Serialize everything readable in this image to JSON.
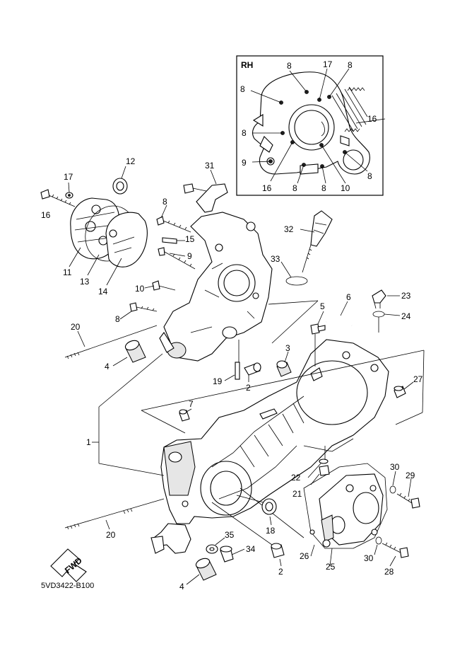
{
  "inset": {
    "label": "RH"
  },
  "code": "5VD3422-B100",
  "fwd": "FWD",
  "callouts": {
    "c1": "1",
    "c2a": "2",
    "c2b": "2",
    "c3": "3",
    "c4a": "4",
    "c4b": "4",
    "c5": "5",
    "c6": "6",
    "c7": "7",
    "c8a": "8",
    "c8b": "8",
    "c9": "9",
    "c10": "10",
    "c11": "11",
    "c12": "12",
    "c13": "13",
    "c14": "14",
    "c15": "15",
    "c16": "16",
    "c17": "17",
    "c18": "18",
    "c19": "19",
    "c20a": "20",
    "c20b": "20",
    "c21": "21",
    "c22": "22",
    "c23": "23",
    "c24": "24",
    "c25": "25",
    "c26": "26",
    "c27": "27",
    "c28": "28",
    "c29": "29",
    "c30a": "30",
    "c30b": "30",
    "c31": "31",
    "c32": "32",
    "c33": "33",
    "c34": "34",
    "c35": "35",
    "r8a": "8",
    "r8b": "8",
    "r8c": "8",
    "r8d": "8",
    "r8e": "8",
    "r8f": "8",
    "r8g": "8",
    "r9": "9",
    "r10": "10",
    "r16a": "16",
    "r16b": "16",
    "r17": "17"
  }
}
